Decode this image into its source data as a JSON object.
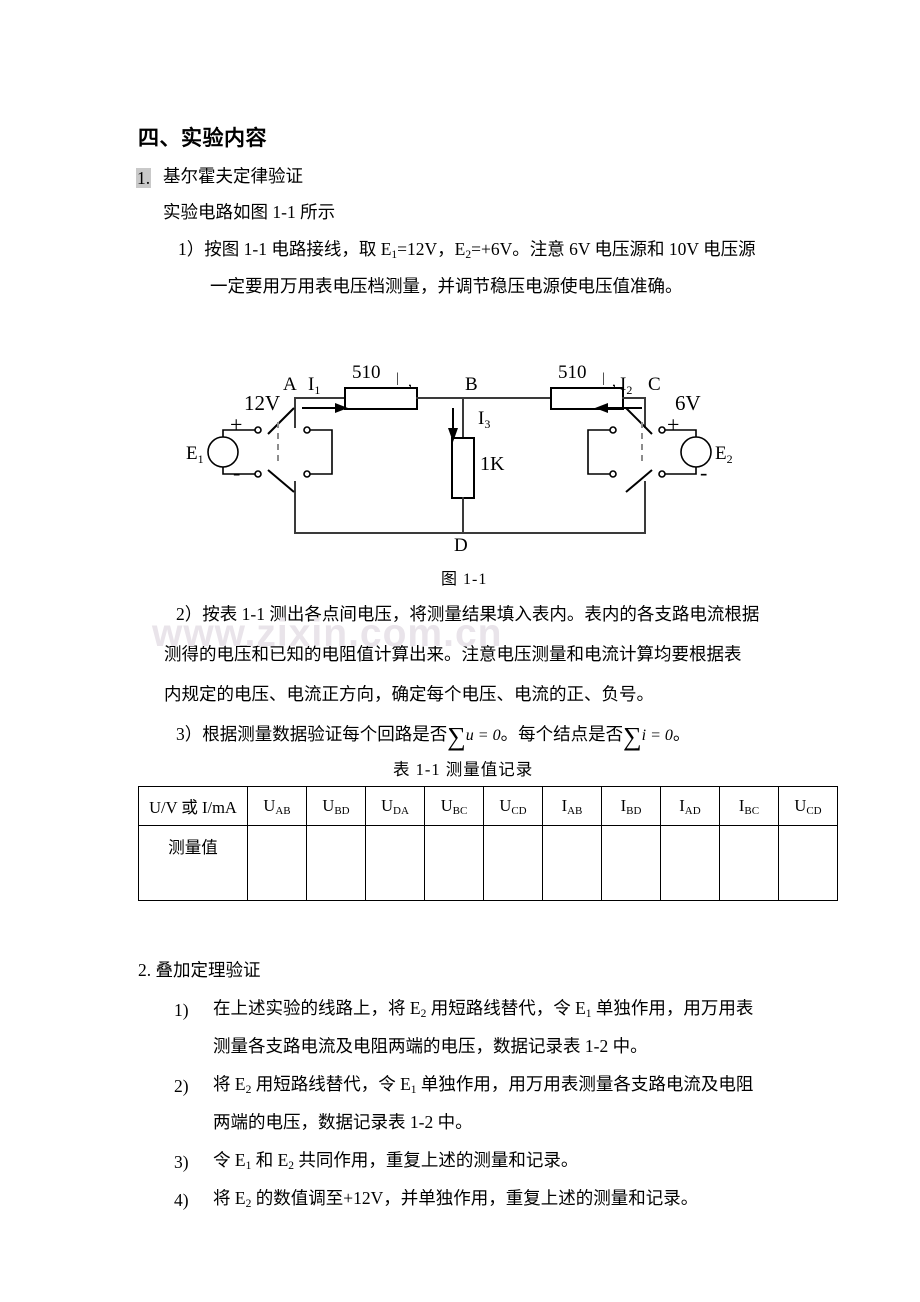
{
  "document": {
    "watermark": "www.zixin.com.cn",
    "heading": "四、实验内容"
  },
  "section1": {
    "number": "1.",
    "title": "基尔霍夫定律验证",
    "subtitle": "实验电路如图 1-1 所示",
    "item1_line1": "1）按图 1-1 电路接线，取 E₁=12V，E₂=+6V。注意 6V 电压源和 10V 电压源",
    "item1_line1_pre": "1）按图 1-1 电路接线，取 E",
    "item1_line1_mid": "=12V，E",
    "item1_line1_post": "=+6V。注意 6V 电压源和 10V 电压源",
    "item1_sub1": "1",
    "item1_sub2": "2",
    "item1_line2": "一定要用万用表电压档测量，并调节稳压电源使电压值准确。",
    "figure_caption": "图  1-1",
    "item2_line1": "2）按表 1-1 测出各点间电压，将测量结果填入表内。表内的各支路电流根据",
    "item2_line2": "测得的电压和已知的电阻值计算出来。注意电压测量和电流计算均要根据表",
    "item2_line3": "内规定的电压、电流正方向，确定每个电压、电流的正、负号。",
    "item3_pre": "3）根据测量数据验证每个回路是否",
    "item3_sigma1": "∑",
    "item3_expr1": "u = 0",
    "item3_mid": "。每个结点是否",
    "item3_sigma2": "∑",
    "item3_expr2": "i = 0",
    "item3_end": "。"
  },
  "circuit": {
    "node_a": "A",
    "node_b": "B",
    "node_c": "C",
    "node_d": "D",
    "current_1": "I",
    "current_1_sub": "1",
    "current_2": "I",
    "current_2_sub": "2",
    "current_3": "I",
    "current_3_sub": "3",
    "resistor_left": "510",
    "resistor_right": "510",
    "resistor_mid": "1K",
    "source_left_voltage": "12V",
    "source_left_label": "E",
    "source_left_sub": "1",
    "source_left_plus": "+",
    "source_left_minus": "-",
    "source_right_voltage": "6V",
    "source_right_label": "E",
    "source_right_sub": "2",
    "source_right_plus": "+",
    "source_right_minus": "-"
  },
  "table": {
    "caption": "表  1-1    测量值记录",
    "headers": [
      {
        "main": "U/V 或 I/mA",
        "sub": ""
      },
      {
        "main": "U",
        "sub": "AB"
      },
      {
        "main": "U",
        "sub": "BD"
      },
      {
        "main": "U",
        "sub": "DA"
      },
      {
        "main": "U",
        "sub": "BC"
      },
      {
        "main": "U",
        "sub": "CD"
      },
      {
        "main": "I",
        "sub": "AB"
      },
      {
        "main": "I",
        "sub": "BD"
      },
      {
        "main": "I",
        "sub": "AD"
      },
      {
        "main": "I",
        "sub": "BC"
      },
      {
        "main": "U",
        "sub": "CD"
      }
    ],
    "row_label": "测量值",
    "row_values": [
      "",
      "",
      "",
      "",
      "",
      "",
      "",
      "",
      "",
      ""
    ]
  },
  "section2": {
    "title": "2. 叠加定理验证",
    "items": [
      {
        "num": "1)",
        "line1_pre": "在上述实验的线路上，将 E",
        "line1_sub1": "2",
        "line1_mid": " 用短路线替代，令 E",
        "line1_sub2": "1",
        "line1_post": " 单独作用，用万用表",
        "line2": "测量各支路电流及电阻两端的电压，数据记录表 1-2 中。"
      },
      {
        "num": "2)",
        "line1_pre": "将 E",
        "line1_sub1": "2",
        "line1_mid": " 用短路线替代，令 E",
        "line1_sub2": "1",
        "line1_post": " 单独作用，用万用表测量各支路电流及电阻",
        "line2": "两端的电压，数据记录表 1-2 中。"
      },
      {
        "num": "3)",
        "line1_pre": "令 E",
        "line1_sub1": "1",
        "line1_mid": " 和 E",
        "line1_sub2": "2",
        "line1_post": " 共同作用，重复上述的测量和记录。",
        "line2": ""
      },
      {
        "num": "4)",
        "line1_pre": "将 E",
        "line1_sub1": "2",
        "line1_mid": " 的数值调至+12V，并单独作用，重复上述的测量和记录。",
        "line1_sub2": "",
        "line1_post": "",
        "line2": ""
      }
    ]
  }
}
